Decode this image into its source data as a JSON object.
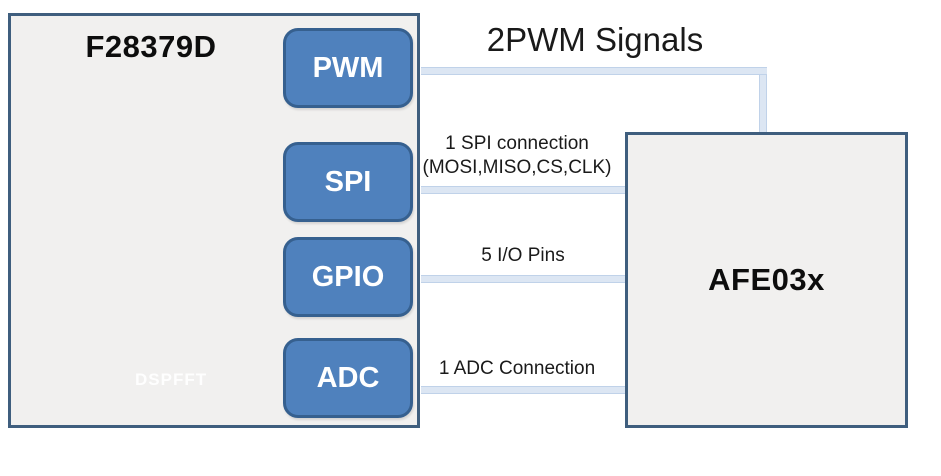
{
  "diagram": {
    "type": "block-connection-diagram",
    "left_block": {
      "title": "F28379D",
      "watermark": "DSPFFT",
      "modules": [
        {
          "label": "PWM"
        },
        {
          "label": "SPI"
        },
        {
          "label": "GPIO"
        },
        {
          "label": "ADC"
        }
      ]
    },
    "right_block": {
      "title": "AFE03x"
    },
    "connections": [
      {
        "from": "PWM",
        "to": "AFE03x",
        "label": "2PWM Signals"
      },
      {
        "from": "SPI",
        "to": "AFE03x",
        "label": "1 SPI connection",
        "sublabel": "(MOSI,MISO,CS,CLK)"
      },
      {
        "from": "GPIO",
        "to": "AFE03x",
        "label": "5 I/O Pins"
      },
      {
        "from": "ADC",
        "to": "AFE03x",
        "label": "1 ADC Connection"
      }
    ],
    "colors": {
      "block_fill": "#f1f0ef",
      "block_border": "#3f5e7e",
      "module_fill": "#4f81bd",
      "module_border": "#36608f",
      "module_text": "#ffffff",
      "connector_fill": "#dce6f3",
      "connector_edge": "#c0d2e9",
      "label_text": "#1a1a1a"
    }
  }
}
